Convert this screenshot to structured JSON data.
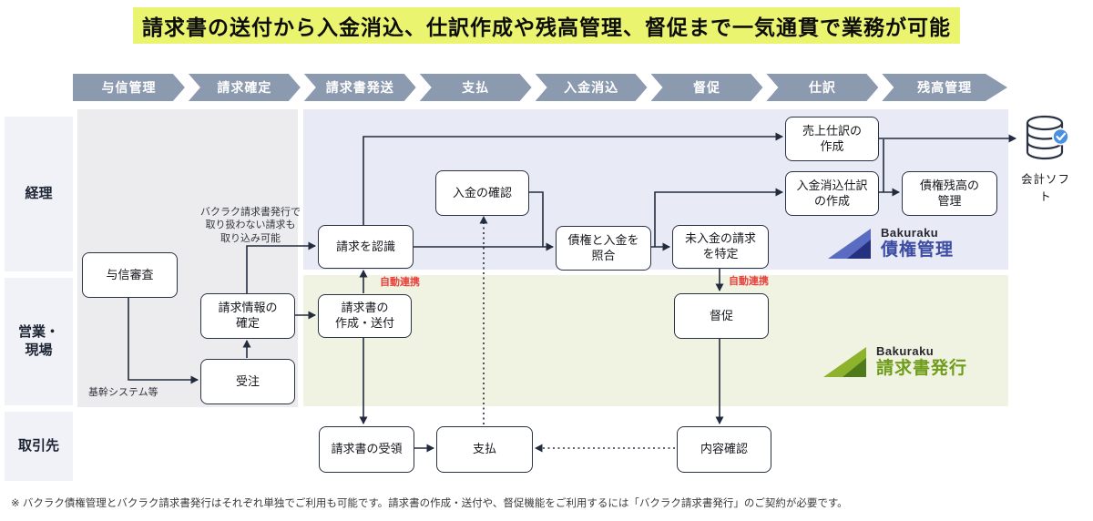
{
  "title": "請求書の送付から入金消込、仕訳作成や残高管理、督促まで一気通貫で業務が可能",
  "process_bar": {
    "stages": [
      "与信管理",
      "請求確定",
      "請求書発送",
      "支払",
      "入金消込",
      "督促",
      "仕訳",
      "残高管理"
    ]
  },
  "rows": [
    {
      "label": "経理"
    },
    {
      "label": "営業・\n現場"
    },
    {
      "label": "取引先"
    }
  ],
  "nodes": {
    "credit_review": {
      "label": "与信審査"
    },
    "billing_info": {
      "label": "請求情報の\n確定"
    },
    "order": {
      "label": "受注"
    },
    "recognize": {
      "label": "請求を認識"
    },
    "create_send": {
      "label": "請求書の\n作成・送付"
    },
    "payment_check": {
      "label": "入金の確認"
    },
    "matching": {
      "label": "債権と入金を\n照合"
    },
    "unpaid": {
      "label": "未入金の請求\nを特定"
    },
    "dunning": {
      "label": "督促"
    },
    "sales_journal": {
      "label": "売上仕訳の\n作成"
    },
    "clearing_journal": {
      "label": "入金消込仕訳\nの作成"
    },
    "balance_mgmt": {
      "label": "債権残高の\n管理"
    },
    "receive_invoice": {
      "label": "請求書の受領"
    },
    "pay": {
      "label": "支払"
    },
    "confirm": {
      "label": "内容確認"
    }
  },
  "annotations": {
    "import_note": "バクラク請求書発行で\n取り扱わない請求も\n取り込み可能",
    "core_system": "基幹システム等",
    "auto_link": "自動連携"
  },
  "accounting": {
    "label": "会計ソフト"
  },
  "logos": [
    {
      "brand": "Bakuraku",
      "product": "債権管理"
    },
    {
      "brand": "Bakuraku",
      "product": "請求書発行"
    }
  ],
  "footnote": "※ バクラク債権管理とバクラク請求書発行はそれぞれ単独でご利用も可能です。請求書の作成・送付や、督促機能をご利用するには「バクラク請求書発行」のご契約が必要です。",
  "colors": {
    "title_highlight": "#eaf46e",
    "bar": "#8c9ab0",
    "panel_accounting": "#e8eaf5",
    "panel_sales": "#f0f3e2",
    "panel_left": "#ececef",
    "auto_link_red": "#e8413c",
    "debt_blue": "#3c4da3",
    "invoice_green": "#6f9c1a",
    "badge_blue": "#4a90e2"
  }
}
